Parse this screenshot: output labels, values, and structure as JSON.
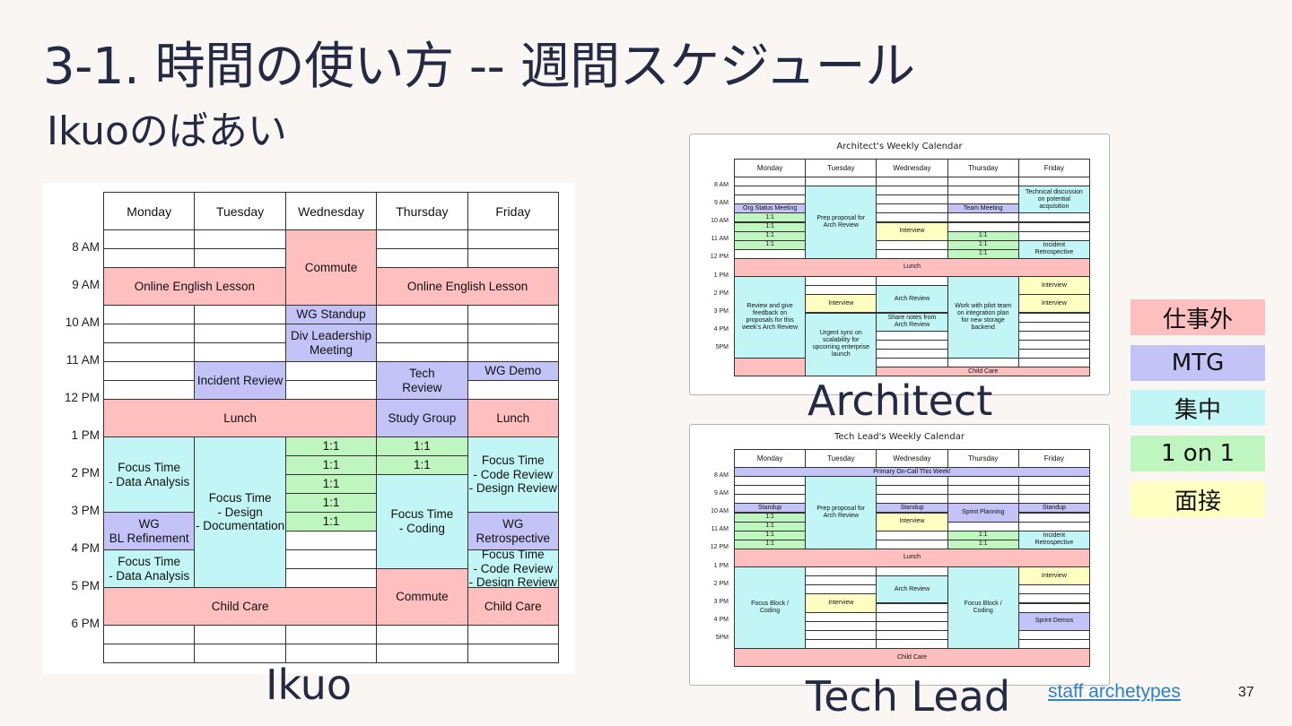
{
  "slide": {
    "title": "3-1. 時間の使い方 -- 週間スケジュール",
    "subtitle": "Ikuoのばあい",
    "page_number": "37",
    "link_text": "staff archetypes"
  },
  "colors": {
    "personal": "#ffbfbf",
    "mtg": "#c3c3f7",
    "focus": "#c2f6f6",
    "one_on_one": "#bff5bf",
    "interview": "#ffffc2"
  },
  "legend": [
    {
      "label": "仕事外",
      "color": "#ffbfbf"
    },
    {
      "label": "MTG",
      "color": "#c3c3f7"
    },
    {
      "label": "集中",
      "color": "#c2f6f6"
    },
    {
      "label": "1 on 1",
      "color": "#bff5bf"
    },
    {
      "label": "面接",
      "color": "#ffffc2"
    }
  ],
  "calendars": [
    {
      "id": "ikuo",
      "caption": "Ikuo",
      "calendar_title": "",
      "days": [
        "Monday",
        "Tuesday",
        "Wednesday",
        "Thursday",
        "Friday"
      ],
      "hour_labels": [
        "8 AM",
        "9 AM",
        "10 AM",
        "11 AM",
        "12 PM",
        "1 PM",
        "2 PM",
        "3 PM",
        "4 PM",
        "5 PM",
        "6 PM"
      ],
      "events": [
        {
          "start": 0,
          "end": 2,
          "day_from": 2,
          "day_to": 2,
          "text": "Commute",
          "type": "personal"
        },
        {
          "start": 1,
          "end": 2,
          "day_from": 0,
          "day_to": 1,
          "text": "Online English Lesson",
          "type": "personal"
        },
        {
          "start": 1,
          "end": 2,
          "day_from": 3,
          "day_to": 4,
          "text": "Online English Lesson",
          "type": "personal"
        },
        {
          "start": 2,
          "end": 2.5,
          "day_from": 2,
          "day_to": 2,
          "text": "WG Standup",
          "type": "mtg"
        },
        {
          "start": 2.5,
          "end": 3.5,
          "day_from": 2,
          "day_to": 2,
          "text": "Div Leadership\nMeeting",
          "type": "mtg"
        },
        {
          "start": 3.5,
          "end": 4.5,
          "day_from": 1,
          "day_to": 1,
          "text": "Incident Review",
          "type": "mtg"
        },
        {
          "start": 3.5,
          "end": 4.5,
          "day_from": 3,
          "day_to": 3,
          "text": "Tech\nReview",
          "type": "mtg"
        },
        {
          "start": 3.5,
          "end": 4,
          "day_from": 4,
          "day_to": 4,
          "text": "WG Demo",
          "type": "mtg"
        },
        {
          "start": 4.5,
          "end": 5.5,
          "day_from": 0,
          "day_to": 2,
          "text": "Lunch",
          "type": "personal"
        },
        {
          "start": 4.5,
          "end": 5.5,
          "day_from": 3,
          "day_to": 3,
          "text": "Study Group",
          "type": "mtg"
        },
        {
          "start": 4.5,
          "end": 5.5,
          "day_from": 4,
          "day_to": 4,
          "text": "Lunch",
          "type": "personal"
        },
        {
          "start": 5.5,
          "end": 7.5,
          "day_from": 0,
          "day_to": 0,
          "text": "Focus Time\n- Data Analysis",
          "type": "focus"
        },
        {
          "start": 5.5,
          "end": 9.5,
          "day_from": 1,
          "day_to": 1,
          "text": "Focus Time\n- Design\n- Documentation",
          "type": "focus"
        },
        {
          "start": 5.5,
          "end": 6,
          "day_from": 2,
          "day_to": 2,
          "text": "1:1",
          "type": "one_on_one"
        },
        {
          "start": 6,
          "end": 6.5,
          "day_from": 2,
          "day_to": 2,
          "text": "1:1",
          "type": "one_on_one"
        },
        {
          "start": 6.5,
          "end": 7,
          "day_from": 2,
          "day_to": 2,
          "text": "1:1",
          "type": "one_on_one"
        },
        {
          "start": 7,
          "end": 7.5,
          "day_from": 2,
          "day_to": 2,
          "text": "1:1",
          "type": "one_on_one"
        },
        {
          "start": 7.5,
          "end": 8,
          "day_from": 2,
          "day_to": 2,
          "text": "1:1",
          "type": "one_on_one"
        },
        {
          "start": 5.5,
          "end": 6,
          "day_from": 3,
          "day_to": 3,
          "text": "1:1",
          "type": "one_on_one"
        },
        {
          "start": 6,
          "end": 6.5,
          "day_from": 3,
          "day_to": 3,
          "text": "1:1",
          "type": "one_on_one"
        },
        {
          "start": 6.5,
          "end": 9,
          "day_from": 3,
          "day_to": 3,
          "text": "Focus Time\n- Coding",
          "type": "focus"
        },
        {
          "start": 5.5,
          "end": 7.5,
          "day_from": 4,
          "day_to": 4,
          "text": "Focus Time\n- Code Review\n- Design Review",
          "type": "focus"
        },
        {
          "start": 7.5,
          "end": 8.5,
          "day_from": 0,
          "day_to": 0,
          "text": "WG\nBL Refinement",
          "type": "mtg"
        },
        {
          "start": 7.5,
          "end": 8.5,
          "day_from": 4,
          "day_to": 4,
          "text": "WG\nRetrospective",
          "type": "mtg"
        },
        {
          "start": 8.5,
          "end": 9.5,
          "day_from": 0,
          "day_to": 0,
          "text": "Focus Time\n- Data Analysis",
          "type": "focus"
        },
        {
          "start": 8.5,
          "end": 9.5,
          "day_from": 4,
          "day_to": 4,
          "text": "Focus Time\n- Code Review\n- Design Review",
          "type": "focus"
        },
        {
          "start": 9,
          "end": 10.5,
          "day_from": 3,
          "day_to": 3,
          "text": "Commute",
          "type": "personal"
        },
        {
          "start": 9.5,
          "end": 10.5,
          "day_from": 0,
          "day_to": 2,
          "text": "Child Care",
          "type": "personal"
        },
        {
          "start": 9.5,
          "end": 10.5,
          "day_from": 4,
          "day_to": 4,
          "text": "Child Care",
          "type": "personal"
        }
      ]
    },
    {
      "id": "architect",
      "caption": "Architect",
      "calendar_title": "Architect's Weekly Calendar",
      "days": [
        "Monday",
        "Tuesday",
        "Wednesday",
        "Thursday",
        "Friday"
      ],
      "hour_labels": [
        "8 AM",
        "9 AM",
        "10 AM",
        "11 AM",
        "12 PM",
        "1 PM",
        "2 PM",
        "3 PM",
        "4 PM",
        "5PM"
      ],
      "events": [
        {
          "start": 0,
          "end": 1.5,
          "day_from": 4,
          "day_to": 4,
          "text": "Technical discussion\non potential\nacquisition",
          "type": "focus"
        },
        {
          "start": 1,
          "end": 1.5,
          "day_from": 0,
          "day_to": 0,
          "text": "Org Status Meeting",
          "type": "mtg"
        },
        {
          "start": 1,
          "end": 1.5,
          "day_from": 3,
          "day_to": 3,
          "text": "Team Meeting",
          "type": "mtg"
        },
        {
          "start": 0,
          "end": 4,
          "day_from": 1,
          "day_to": 1,
          "text": "Prep proposal for\nArch Review",
          "type": "focus"
        },
        {
          "start": 1.5,
          "end": 2,
          "day_from": 0,
          "day_to": 0,
          "text": "1:1",
          "type": "one_on_one"
        },
        {
          "start": 2,
          "end": 2.5,
          "day_from": 0,
          "day_to": 0,
          "text": "1:1",
          "type": "one_on_one"
        },
        {
          "start": 2.5,
          "end": 3,
          "day_from": 0,
          "day_to": 0,
          "text": "1:1",
          "type": "one_on_one"
        },
        {
          "start": 3,
          "end": 3.5,
          "day_from": 0,
          "day_to": 0,
          "text": "1:1",
          "type": "one_on_one"
        },
        {
          "start": 2,
          "end": 3,
          "day_from": 2,
          "day_to": 2,
          "text": "Interview",
          "type": "interview"
        },
        {
          "start": 2.5,
          "end": 3,
          "day_from": 3,
          "day_to": 3,
          "text": "1:1",
          "type": "one_on_one"
        },
        {
          "start": 3,
          "end": 3.5,
          "day_from": 3,
          "day_to": 3,
          "text": "1:1",
          "type": "one_on_one"
        },
        {
          "start": 3.5,
          "end": 4,
          "day_from": 3,
          "day_to": 3,
          "text": "1:1",
          "type": "one_on_one"
        },
        {
          "start": 3,
          "end": 4,
          "day_from": 4,
          "day_to": 4,
          "text": "Incident\nRetrospective",
          "type": "focus"
        },
        {
          "start": 4,
          "end": 5,
          "day_from": 0,
          "day_to": 4,
          "text": "Lunch",
          "type": "personal"
        },
        {
          "start": 5,
          "end": 9.5,
          "day_from": 0,
          "day_to": 0,
          "text": "Review and give\nfeedback on\nproposals for this\nweek's Arch Review",
          "type": "focus"
        },
        {
          "start": 6,
          "end": 7,
          "day_from": 1,
          "day_to": 1,
          "text": "Interview",
          "type": "interview"
        },
        {
          "start": 7,
          "end": 10.5,
          "day_from": 1,
          "day_to": 1,
          "text": "Urgent sync on\nscalability for\nupcoming enterprise\nlaunch",
          "type": "focus"
        },
        {
          "start": 5.5,
          "end": 7,
          "day_from": 2,
          "day_to": 2,
          "text": "Arch Review",
          "type": "focus"
        },
        {
          "start": 7,
          "end": 8,
          "day_from": 2,
          "day_to": 2,
          "text": "Share notes from\nArch Review",
          "type": "focus"
        },
        {
          "start": 5,
          "end": 9.5,
          "day_from": 3,
          "day_to": 3,
          "text": "Work with pilot team\non integration plan\nfor new storage\nbackend",
          "type": "focus"
        },
        {
          "start": 5,
          "end": 6,
          "day_from": 4,
          "day_to": 4,
          "text": "Interview",
          "type": "interview"
        },
        {
          "start": 6,
          "end": 7,
          "day_from": 4,
          "day_to": 4,
          "text": "Interview",
          "type": "interview"
        },
        {
          "start": 9.5,
          "end": 10.5,
          "day_from": 0,
          "day_to": 0,
          "text": "",
          "type": "personal"
        },
        {
          "start": 10,
          "end": 10.5,
          "day_from": 2,
          "day_to": 4,
          "text": "Child Care",
          "type": "personal"
        }
      ]
    },
    {
      "id": "techlead",
      "caption": "Tech Lead",
      "calendar_title": "Tech Lead's Weekly Calendar",
      "days": [
        "Monday",
        "Tuesday",
        "Wednesday",
        "Thursday",
        "Friday"
      ],
      "hour_labels": [
        "8 AM",
        "9 AM",
        "10 AM",
        "11 AM",
        "12 PM",
        "1 PM",
        "2 PM",
        "3 PM",
        "4 PM",
        "5PM"
      ],
      "events": [
        {
          "start": -0.5,
          "end": 0,
          "day_from": 0,
          "day_to": 4,
          "text": "Primary On-Call This Week!",
          "type": "mtg"
        },
        {
          "start": 0,
          "end": 4,
          "day_from": 1,
          "day_to": 1,
          "text": "Prep proposal for\nArch Review",
          "type": "focus"
        },
        {
          "start": 1.5,
          "end": 2,
          "day_from": 0,
          "day_to": 0,
          "text": "Standup",
          "type": "mtg"
        },
        {
          "start": 1.5,
          "end": 2,
          "day_from": 2,
          "day_to": 2,
          "text": "Standup",
          "type": "mtg"
        },
        {
          "start": 1.5,
          "end": 2.5,
          "day_from": 3,
          "day_to": 3,
          "text": "Sprint Planning",
          "type": "mtg"
        },
        {
          "start": 1.5,
          "end": 2,
          "day_from": 4,
          "day_to": 4,
          "text": "Standup",
          "type": "mtg"
        },
        {
          "start": 2,
          "end": 2.5,
          "day_from": 0,
          "day_to": 0,
          "text": "1:1",
          "type": "one_on_one"
        },
        {
          "start": 2.5,
          "end": 3,
          "day_from": 0,
          "day_to": 0,
          "text": "1:1",
          "type": "one_on_one"
        },
        {
          "start": 3,
          "end": 3.5,
          "day_from": 0,
          "day_to": 0,
          "text": "1:1",
          "type": "one_on_one"
        },
        {
          "start": 3.5,
          "end": 4,
          "day_from": 0,
          "day_to": 0,
          "text": "1:1",
          "type": "one_on_one"
        },
        {
          "start": 2,
          "end": 3,
          "day_from": 2,
          "day_to": 2,
          "text": "Interview",
          "type": "interview"
        },
        {
          "start": 3,
          "end": 3.5,
          "day_from": 3,
          "day_to": 3,
          "text": "1:1",
          "type": "one_on_one"
        },
        {
          "start": 3.5,
          "end": 4,
          "day_from": 3,
          "day_to": 3,
          "text": "1:1",
          "type": "one_on_one"
        },
        {
          "start": 3,
          "end": 4,
          "day_from": 4,
          "day_to": 4,
          "text": "Incident\nRetrospective",
          "type": "focus"
        },
        {
          "start": 4,
          "end": 5,
          "day_from": 0,
          "day_to": 4,
          "text": "Lunch",
          "type": "personal"
        },
        {
          "start": 5,
          "end": 9.5,
          "day_from": 0,
          "day_to": 0,
          "text": "Focus Block /\nCoding",
          "type": "focus"
        },
        {
          "start": 6.5,
          "end": 7.5,
          "day_from": 1,
          "day_to": 1,
          "text": "Interview",
          "type": "interview"
        },
        {
          "start": 5.5,
          "end": 7,
          "day_from": 2,
          "day_to": 2,
          "text": "Arch Review",
          "type": "focus"
        },
        {
          "start": 5,
          "end": 9.5,
          "day_from": 3,
          "day_to": 3,
          "text": "Focus Block /\nCoding",
          "type": "focus"
        },
        {
          "start": 5,
          "end": 6,
          "day_from": 4,
          "day_to": 4,
          "text": "Interview",
          "type": "interview"
        },
        {
          "start": 7.5,
          "end": 8.5,
          "day_from": 4,
          "day_to": 4,
          "text": "Sprint Demos",
          "type": "mtg"
        },
        {
          "start": 9.5,
          "end": 10.5,
          "day_from": 0,
          "day_to": 4,
          "text": "Child Care",
          "type": "personal"
        }
      ]
    }
  ]
}
